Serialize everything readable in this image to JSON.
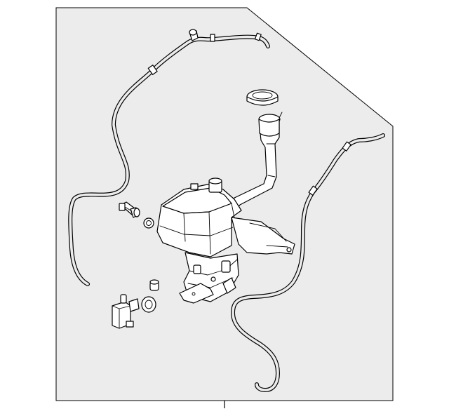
{
  "diagram": {
    "panel_fill": "#ececec",
    "line_color": "#000000",
    "parts": [
      {
        "id": "upper-hose",
        "icon": "washer-hose-icon"
      },
      {
        "id": "filler-cap",
        "icon": "filler-cap-icon"
      },
      {
        "id": "filler-neck",
        "icon": "filler-neck-icon"
      },
      {
        "id": "reservoir-tank",
        "icon": "washer-reservoir-icon"
      },
      {
        "id": "right-hose",
        "icon": "washer-hose-icon"
      },
      {
        "id": "level-sensor",
        "icon": "level-sensor-icon"
      },
      {
        "id": "sensor-grommet",
        "icon": "grommet-icon"
      },
      {
        "id": "pump-grommet",
        "icon": "grommet-icon"
      },
      {
        "id": "seal-ring",
        "icon": "o-ring-icon"
      },
      {
        "id": "washer-pump",
        "icon": "washer-pump-icon"
      }
    ]
  }
}
